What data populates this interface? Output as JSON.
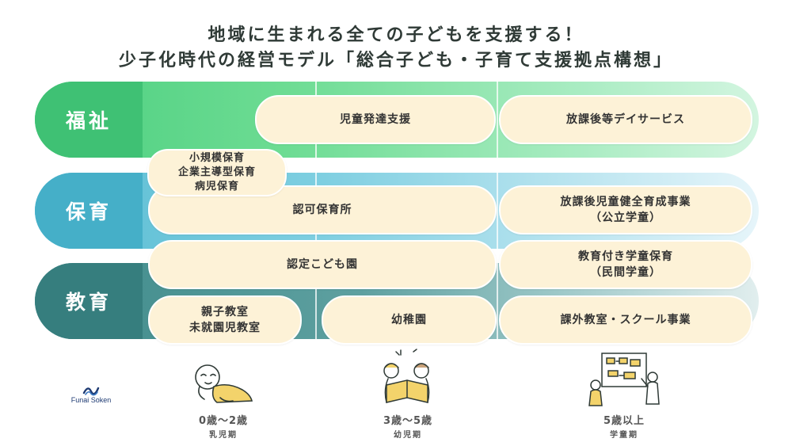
{
  "title": {
    "line1": "地域に生まれる全ての子どもを支援する！",
    "line2": "少子化時代の経営モデル「総合子ども・子育て支援拠点構想」"
  },
  "bands": {
    "welfare": "福祉",
    "childcare": "保育",
    "education": "教育"
  },
  "services": {
    "jido_hattatsu": "児童発達支援",
    "houkago_day": "放課後等デイサービス",
    "shokibo": "小規模保育\n企業主導型保育\n病児保育",
    "ninka": "認可保育所",
    "houkago_jidou": "放課後児童健全育成事業\n（公立学童）",
    "nintei": "認定こども園",
    "kyouiku_gakudou": "教育付き学童保育\n（民間学童）",
    "oyako": "親子教室\n未就園児教室",
    "youchien": "幼稚園",
    "kagai": "課外教室・スクール事業"
  },
  "ages": [
    {
      "range": "0歳～2歳",
      "period": "乳児期"
    },
    {
      "range": "3歳～5歳",
      "period": "幼児期"
    },
    {
      "range": "5歳以上",
      "period": "学童期"
    }
  ],
  "logo": {
    "text": "Funai Soken"
  },
  "colors": {
    "welfare": "#3fc174",
    "childcare": "#45afc8",
    "education": "#367e7e",
    "pill": "#fdf2d7"
  },
  "icons": [
    "baby-icon",
    "children-reading-icon",
    "students-board-icon",
    "wave-logo-icon"
  ]
}
